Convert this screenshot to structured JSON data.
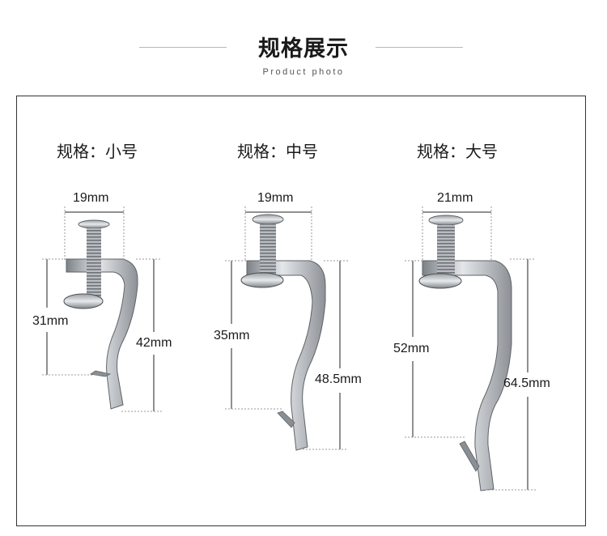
{
  "header": {
    "title": "规格展示",
    "subtitle": "Product photo"
  },
  "products": [
    {
      "spec_label": "规格：小号",
      "dimensions": {
        "screw_width": "19mm",
        "short_height": "31mm",
        "total_height": "42mm"
      }
    },
    {
      "spec_label": "规格：中号",
      "dimensions": {
        "screw_width": "19mm",
        "short_height": "35mm",
        "total_height": "48.5mm"
      }
    },
    {
      "spec_label": "规格：大号",
      "dimensions": {
        "screw_width": "21mm",
        "short_height": "52mm",
        "total_height": "64.5mm"
      }
    }
  ]
}
